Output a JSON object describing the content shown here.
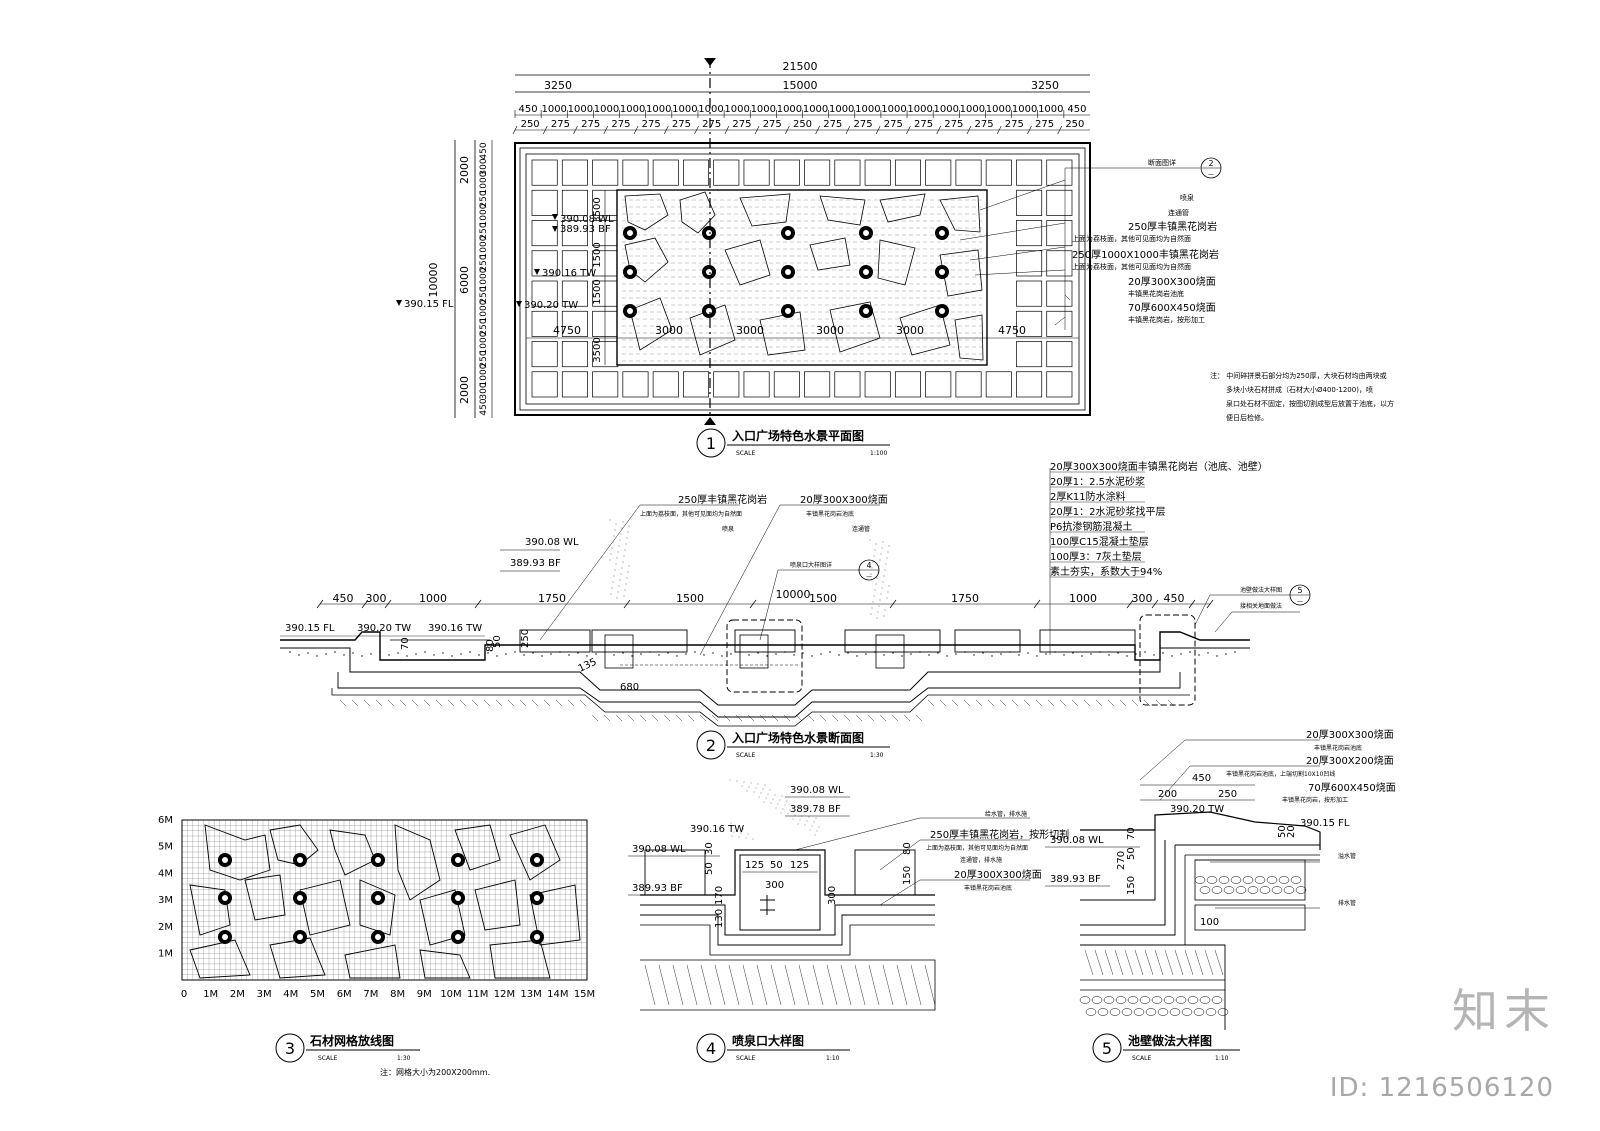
{
  "plan": {
    "dims_top_total": "21500",
    "dims_top_parts": [
      "3250",
      "15000",
      "3250"
    ],
    "dims_top_1000": [
      "450",
      "1000",
      "1000",
      "1000",
      "1000",
      "1000",
      "1000",
      "1000",
      "1000",
      "1000",
      "1000",
      "1000",
      "1000",
      "1000",
      "1000",
      "1000",
      "1000",
      "1000",
      "1000",
      "1000",
      "1000",
      "450"
    ],
    "dims_top_275": [
      "250",
      "275",
      "275",
      "275",
      "275",
      "275",
      "275",
      "275",
      "275",
      "250",
      "275",
      "275",
      "275",
      "275",
      "275",
      "275",
      "275",
      "275",
      "250"
    ],
    "dims_left_total": "10000",
    "dims_left_parts": [
      "2000",
      "6000",
      "2000"
    ],
    "dims_left_fine": [
      "450",
      "300",
      "1000",
      "250",
      "1000",
      "250",
      "1000",
      "250",
      "1000",
      "250",
      "1000",
      "250",
      "1000",
      "250",
      "1000",
      "300",
      "450"
    ],
    "inner_v": [
      "3500",
      "1500",
      "1500",
      "3500"
    ],
    "inner_h": [
      "4750",
      "3000",
      "3000",
      "3000",
      "3000",
      "4750"
    ],
    "levels": [
      "390.08 WL",
      "389.93 BF",
      "390.16 TW",
      "390.20 TW",
      "390.15 FL"
    ],
    "callouts": [
      "断面图详",
      "喷泉",
      "连通管",
      "250厚丰镇黑花岗岩",
      "上面为荔枝面，其他可见面均为自然面",
      "250厚1000X1000丰镇黑花岗岩",
      "上面为荔枝面，其他可见面均为自然面",
      "20厚300X300烧面",
      "丰镇黑花岗岩池底",
      "70厚600X450烧面",
      "丰镇黑花岗岩，按形加工"
    ],
    "callout_ref": {
      "num": "2",
      "sheet": "—"
    },
    "note_lines": [
      "注： 中间碎拼景石部分均为250厚，大块石材均由两块或",
      "多块小块石材拼成（石材大小Ø400-1200)，喷",
      "泉口处石材不固定，按图切割成型后放置于池底，以方",
      "便日后检修。"
    ],
    "title": {
      "num": "1",
      "name": "入口广场特色水景平面图",
      "scale_label": "SCALE",
      "scale": "1:100"
    }
  },
  "section": {
    "layers": [
      "20厚300X300烧面丰镇黑花岗岩（池底、池壁）",
      "20厚1：2.5水泥砂浆",
      "2厚K11防水涂料",
      "20厚1：2水泥砂浆找平层",
      "P6抗渗钢筋混凝土",
      "100厚C15混凝土垫层",
      "100厚3：7灰土垫层",
      "素土夯实，系数大于94%"
    ],
    "callouts_left": [
      "250厚丰镇黑花岗岩",
      "上面为荔枝面，其他可见面均为自然面",
      "喷泉"
    ],
    "callouts_mid": [
      "20厚300X300烧面",
      "丰镇黑花岗岩池底",
      "连通管"
    ],
    "fountain_ref_label": "喷泉口大样图详",
    "fountain_ref": {
      "num": "4",
      "sheet": "—"
    },
    "wall_ref_label": "池壁做法大样图",
    "wall_ref": {
      "num": "5",
      "sheet": "—"
    },
    "base_note": "接相关地面做法",
    "levels": [
      "390.08 WL",
      "389.93 BF",
      "390.15 FL",
      "390.20 TW",
      "390.16 TW"
    ],
    "dim_total": "10000",
    "dims": [
      "450",
      "300",
      "1000",
      "1750",
      "1500",
      "1500",
      "1750",
      "1000",
      "300",
      "450"
    ],
    "small_dims": [
      "50",
      "70",
      "80",
      "250",
      "135",
      "680"
    ],
    "title": {
      "num": "2",
      "name": "入口广场特色水景断面图",
      "scale_label": "SCALE",
      "scale": "1:30"
    }
  },
  "grid": {
    "y_ticks": [
      "6M",
      "5M",
      "4M",
      "3M",
      "2M",
      "1M"
    ],
    "x_ticks": [
      "0",
      "1M",
      "2M",
      "3M",
      "4M",
      "5M",
      "6M",
      "7M",
      "8M",
      "9M",
      "10M",
      "11M",
      "12M",
      "13M",
      "14M",
      "15M"
    ],
    "note": "注：网格大小为200X200mm.",
    "title": {
      "num": "3",
      "name": "石材网格放线图",
      "scale_label": "SCALE",
      "scale": "1:30"
    }
  },
  "fountain": {
    "levels": [
      "390.08 WL",
      "389.78 BF",
      "390.16 TW",
      "390.08 WL",
      "389.93 BF"
    ],
    "dims": [
      "125",
      "50",
      "125",
      "300",
      "30",
      "50",
      "170",
      "130",
      "150",
      "80",
      "300"
    ],
    "callouts": [
      "给水管，排水施",
      "250厚丰镇黑花岗岩，按形切割",
      "上面为荔枝面，其他可见面均为自然面",
      "连通管，排水施",
      "20厚300X300烧面",
      "丰镇黑花岗岩池底"
    ],
    "title": {
      "num": "4",
      "name": "喷泉口大样图",
      "scale_label": "SCALE",
      "scale": "1:10"
    }
  },
  "wall": {
    "callouts": [
      "20厚300X300烧面",
      "丰镇黑花岗岩池底",
      "20厚300X200烧面",
      "丰镇黑花岗岩池底，上端切割10X10凹线",
      "70厚600X450烧面",
      "丰镇黑花岗岩，按形加工",
      "溢水管",
      "排水管"
    ],
    "levels": [
      "390.20 TW",
      "390.15 FL",
      "390.08 WL",
      "389.93 BF"
    ],
    "dims": [
      "450",
      "200",
      "250",
      "270",
      "150",
      "50",
      "70",
      "20",
      "50",
      "100"
    ],
    "title": {
      "num": "5",
      "name": "池壁做法大样图",
      "scale_label": "SCALE",
      "scale": "1:10"
    }
  },
  "brand": "知末",
  "image_id": "ID: 1216506120"
}
